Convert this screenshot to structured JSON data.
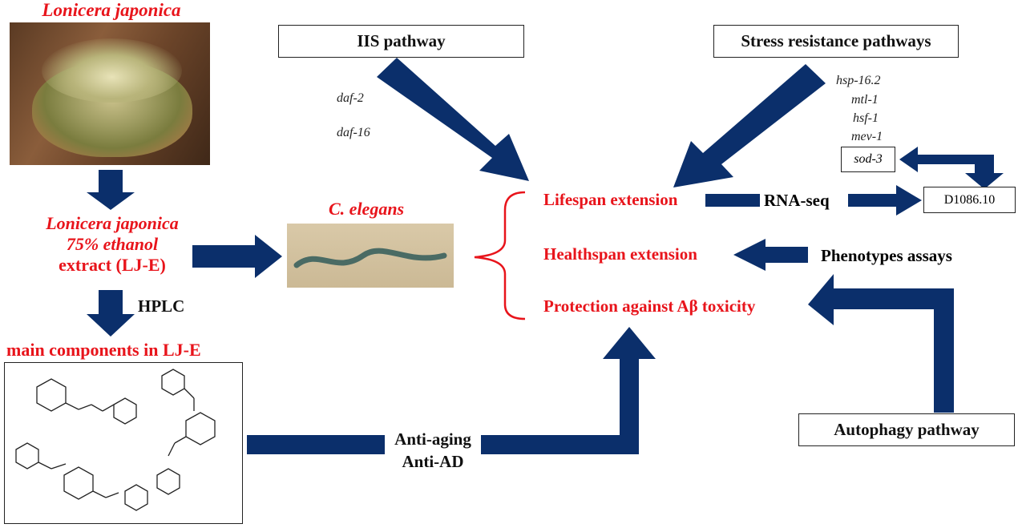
{
  "plant": {
    "name": "Lonicera japonica"
  },
  "extract": {
    "line1": "Lonicera japonica",
    "line2": "75% ethanol",
    "line3": "extract (LJ-E)"
  },
  "hplc": {
    "label": "HPLC"
  },
  "components": {
    "title": "main components in LJ-E"
  },
  "organism": {
    "name": "C. elegans"
  },
  "iis": {
    "title": "IIS pathway",
    "genes": [
      "daf-2",
      "daf-16"
    ]
  },
  "stress": {
    "title": "Stress resistance pathways",
    "genes": [
      "hsp-16.2",
      "mtl-1",
      "hsf-1",
      "mev-1"
    ],
    "boxed_gene": "sod-3"
  },
  "outcomes": {
    "lifespan": "Lifespan extension",
    "healthspan": "Healthspan extension",
    "protection": "Protection against Aβ toxicity"
  },
  "rnaseq": {
    "label": "RNA-seq",
    "target": "D1086.10"
  },
  "phenotypes": {
    "label": "Phenotypes assays"
  },
  "autophagy": {
    "title": "Autophagy pathway"
  },
  "effects": {
    "line1": "Anti-aging",
    "line2": "Anti-AD"
  },
  "colors": {
    "arrow": "#0b2f6b",
    "highlight": "#e8141b"
  }
}
